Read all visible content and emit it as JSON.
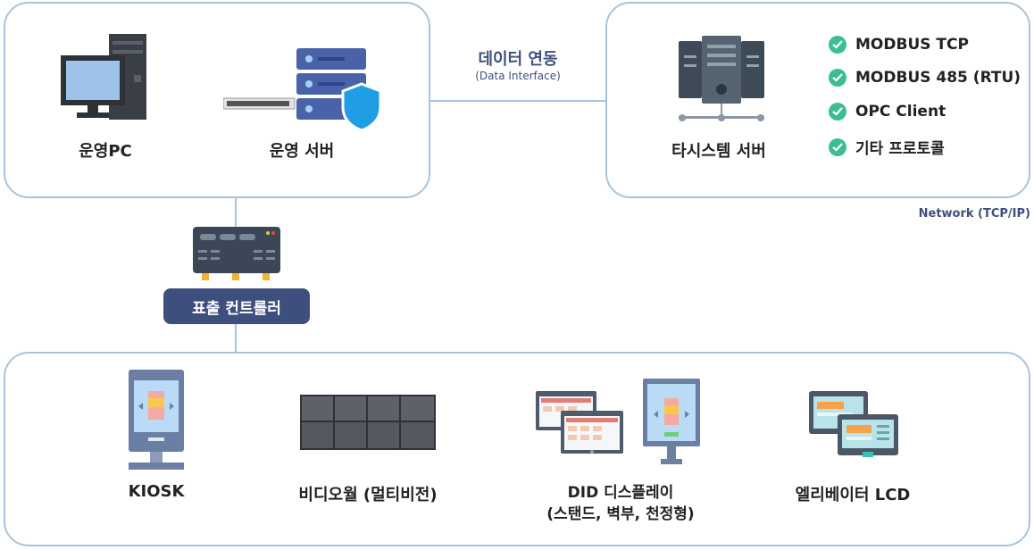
{
  "top_left": {
    "pc_label": "운영PC",
    "server_label": "운영 서버"
  },
  "interface": {
    "title": "데이터 연동",
    "subtitle": "(Data Interface)"
  },
  "top_right": {
    "server_label": "타시스템 서버",
    "protocols": [
      "MODBUS TCP",
      "MODBUS 485 (RTU)",
      "OPC Client",
      "기타 프로토콜"
    ]
  },
  "network_label": "Network (TCP/IP)",
  "controller_label": "표출 컨트롤러",
  "devices": {
    "kiosk": "KIOSK",
    "videowall": "비디오월 (멀티비전)",
    "did_line1": "DID 디스플레이",
    "did_line2": "(스탠드, 벽부, 천정형)",
    "elevator": "엘리베이터 LCD"
  },
  "colors": {
    "border": "#a9c3dc",
    "accent": "#3f4f7d",
    "check": "#3bbf8f",
    "network_text": "#3f4f7d"
  },
  "icons": [
    "desktop-pc-icon",
    "rack-server-shield-icon",
    "network-server-icon",
    "controller-board-icon",
    "kiosk-icon",
    "videowall-icon",
    "did-display-icon",
    "elevator-lcd-icon",
    "check-icon"
  ]
}
